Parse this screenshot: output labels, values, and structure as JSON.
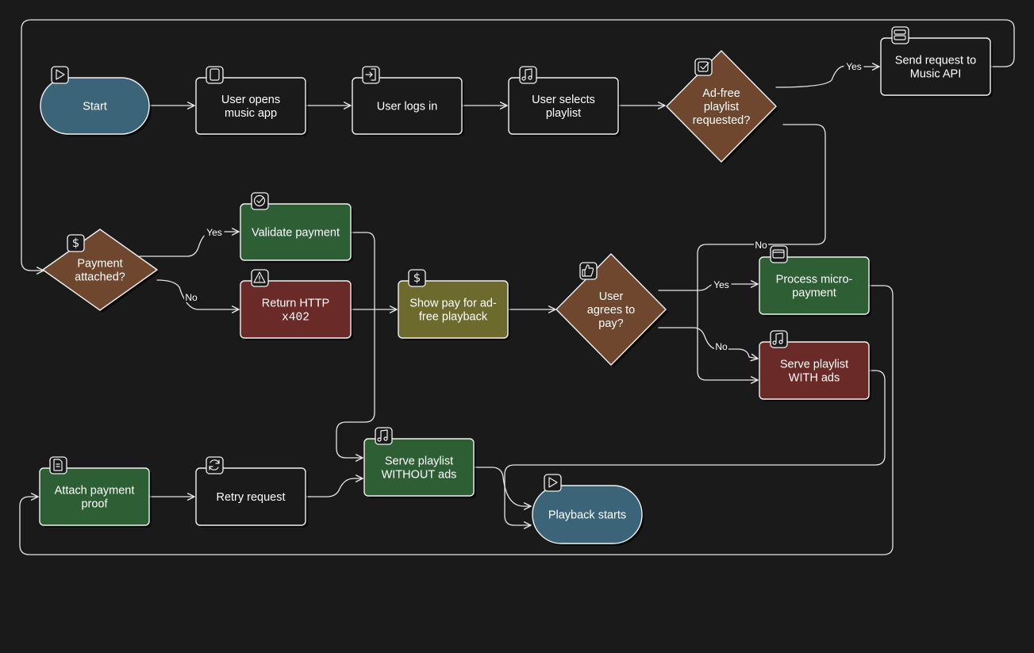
{
  "colors": {
    "background": "#1a1a1a",
    "terminal": "#3c6478",
    "decision": "#6e472e",
    "success": "#2e5e34",
    "error": "#6a2a28",
    "warning": "#6c6a2c",
    "plain": "#1a1a1a",
    "stroke": "#f2f2f2"
  },
  "nodes": {
    "start": {
      "label": [
        "Start"
      ],
      "icon": "play-icon",
      "kind": "terminal"
    },
    "open_app": {
      "label": [
        "User opens",
        "music app"
      ],
      "icon": "phone-icon",
      "kind": "plain"
    },
    "login": {
      "label": [
        "User logs in"
      ],
      "icon": "login-icon",
      "kind": "plain"
    },
    "select_playlist": {
      "label": [
        "User selects",
        "playlist"
      ],
      "icon": "music-note-icon",
      "kind": "plain"
    },
    "adfree_decision": {
      "label": [
        "Ad-free",
        "playlist",
        "requested?"
      ],
      "icon": "checkbox-icon",
      "kind": "decision"
    },
    "send_request": {
      "label": [
        "Send request to",
        "Music API"
      ],
      "icon": "server-icon",
      "kind": "plain"
    },
    "payment_decision": {
      "label": [
        "Payment",
        "attached?"
      ],
      "icon": "dollar-icon",
      "kind": "decision"
    },
    "validate_payment": {
      "label": [
        "Validate payment"
      ],
      "icon": "check-circle-icon",
      "kind": "success"
    },
    "return_402": {
      "label": [
        "Return HTTP",
        "x402"
      ],
      "icon": "warning-icon",
      "kind": "error"
    },
    "show_pay": {
      "label": [
        "Show pay for ad-",
        "free playback"
      ],
      "icon": "dollar-icon",
      "kind": "warning"
    },
    "agree_decision": {
      "label": [
        "User",
        "agrees to",
        "pay?"
      ],
      "icon": "thumbs-up-icon",
      "kind": "decision"
    },
    "process_payment": {
      "label": [
        "Process micro-",
        "payment"
      ],
      "icon": "credit-card-icon",
      "kind": "success"
    },
    "serve_with_ads": {
      "label": [
        "Serve playlist",
        "WITH ads"
      ],
      "icon": "music-note-icon",
      "kind": "error"
    },
    "serve_without_ads": {
      "label": [
        "Serve playlist",
        "WITHOUT ads"
      ],
      "icon": "music-note-icon",
      "kind": "success"
    },
    "attach_proof": {
      "label": [
        "Attach payment",
        "proof"
      ],
      "icon": "document-icon",
      "kind": "success"
    },
    "retry_request": {
      "label": [
        "Retry request"
      ],
      "icon": "refresh-icon",
      "kind": "plain"
    },
    "playback_starts": {
      "label": [
        "Playback starts"
      ],
      "icon": "play-icon",
      "kind": "terminal"
    }
  },
  "edges": [
    {
      "from": "start",
      "to": "open_app",
      "label": ""
    },
    {
      "from": "open_app",
      "to": "login",
      "label": ""
    },
    {
      "from": "login",
      "to": "select_playlist",
      "label": ""
    },
    {
      "from": "select_playlist",
      "to": "adfree_decision",
      "label": ""
    },
    {
      "from": "adfree_decision",
      "to": "send_request",
      "label": "Yes"
    },
    {
      "from": "adfree_decision",
      "to": "serve_with_ads",
      "label": "No"
    },
    {
      "from": "send_request",
      "to": "payment_decision",
      "label": ""
    },
    {
      "from": "payment_decision",
      "to": "validate_payment",
      "label": "Yes"
    },
    {
      "from": "payment_decision",
      "to": "return_402",
      "label": "No"
    },
    {
      "from": "return_402",
      "to": "show_pay",
      "label": ""
    },
    {
      "from": "show_pay",
      "to": "agree_decision",
      "label": ""
    },
    {
      "from": "agree_decision",
      "to": "process_payment",
      "label": "Yes"
    },
    {
      "from": "agree_decision",
      "to": "serve_with_ads",
      "label": "No"
    },
    {
      "from": "process_payment",
      "to": "attach_proof",
      "label": ""
    },
    {
      "from": "attach_proof",
      "to": "retry_request",
      "label": ""
    },
    {
      "from": "retry_request",
      "to": "serve_without_ads",
      "label": ""
    },
    {
      "from": "validate_payment",
      "to": "serve_without_ads",
      "label": ""
    },
    {
      "from": "serve_without_ads",
      "to": "playback_starts",
      "label": ""
    },
    {
      "from": "serve_with_ads",
      "to": "playback_starts",
      "label": ""
    }
  ]
}
